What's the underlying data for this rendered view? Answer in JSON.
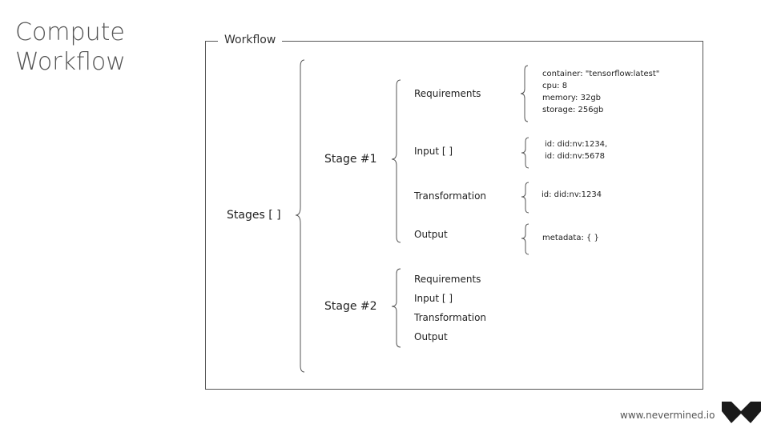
{
  "title_lines": [
    "Compute",
    "Workflow"
  ],
  "workflow_label": "Workflow",
  "stages_label": "Stages [ ]",
  "stage1": {
    "label": "Stage #1",
    "requirements_label": "Requirements",
    "requirements_details": [
      "container: \"tensorflow:latest\"",
      "cpu: 8",
      "memory: 32gb",
      "storage: 256gb"
    ],
    "input_label": "Input [ ]",
    "input_details": [
      "id: did:nv:1234,",
      "id: did:nv:5678"
    ],
    "transformation_label": "Transformation",
    "transformation_details": [
      "id: did:nv:1234"
    ],
    "output_label": "Output",
    "output_details": [
      "metadata: { }"
    ]
  },
  "stage2": {
    "label": "Stage #2",
    "items": [
      "Requirements",
      "Input [ ]",
      "Transformation",
      "Output"
    ]
  },
  "footer": {
    "url": "www.nevermined.io"
  },
  "colors": {
    "text": "#2b2b2b",
    "title": "#555555",
    "line": "#555555",
    "logo": "#1a1a1a"
  },
  "logo_icon": "nevermined-logo-icon"
}
